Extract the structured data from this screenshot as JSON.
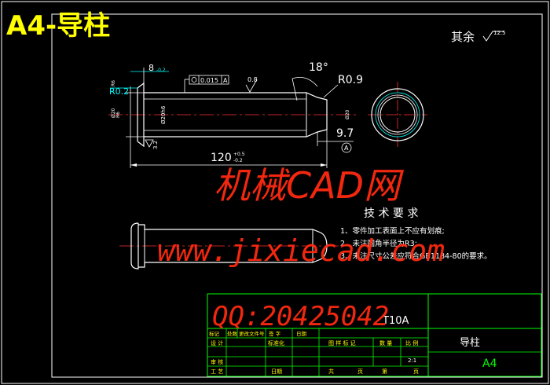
{
  "header": {
    "title": "A4-导柱",
    "title_color": "#ffff00"
  },
  "surface_note": {
    "label": "其余",
    "roughness": "12.5"
  },
  "dimensions": {
    "top_length": "8",
    "top_length_tol": "-0.2",
    "chamfer_left": "R0.2",
    "left_small": "3.2",
    "tol_frame_value": "0.015",
    "tol_frame_datum": "A",
    "roughness_top": "0.8",
    "angle": "18°",
    "radius_right": "R0.9",
    "right_small": "9.7",
    "overall_length": "120",
    "overall_length_tol_up": "+0.5",
    "overall_length_tol_dn": "-0.2",
    "rough_bottom": "3.2",
    "datum_marker": "A",
    "dia_left": "Ø20",
    "dia_mid": "Ø20h6",
    "dia_right": "Ø20",
    "small_left": "R6"
  },
  "tech_requirements": {
    "title": "技 术 要 求",
    "items": [
      "1、零件加工表面上不应有划痕;",
      "2、未注圆角半径为R3;",
      "3、未注尺寸公差应符合GB1184-80的要求。"
    ]
  },
  "watermark": {
    "line1": "机械CAD网",
    "line2": "www.jixiecad.com",
    "line3": "QQ:20425042"
  },
  "title_block": {
    "material": "T10A",
    "part_name": "导柱",
    "sheet_size": "A4",
    "scale": "2:1",
    "headers": [
      "标记",
      "处数",
      "更改文件号",
      "签 字",
      "日期"
    ],
    "row_labels": [
      "设 计",
      "标准化",
      "审 核",
      "工 艺",
      "日期"
    ],
    "stage_labels": [
      "图 样 标 记",
      "数 量",
      "比 例"
    ],
    "sheet_labels": [
      "共",
      "页",
      "第",
      "页"
    ]
  }
}
